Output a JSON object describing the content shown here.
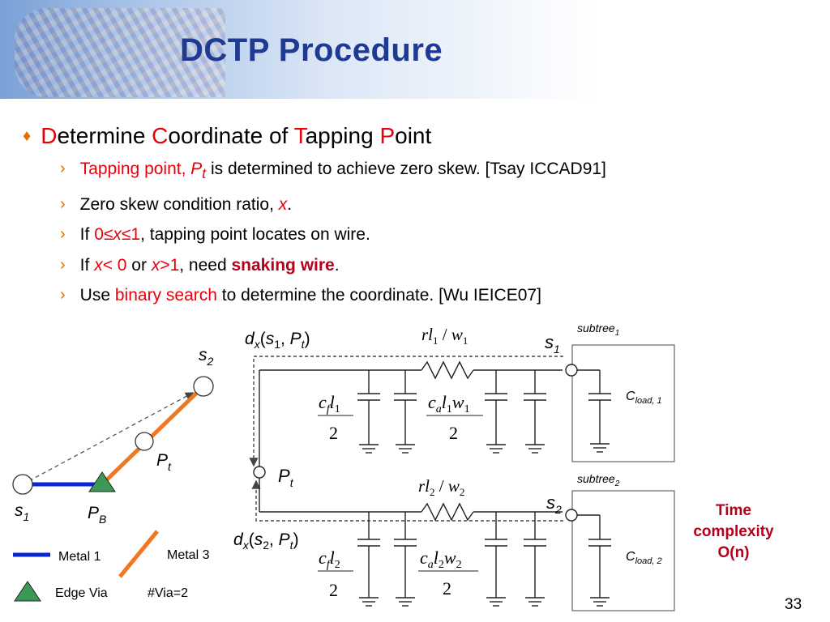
{
  "title": "DCTP Procedure",
  "bullet": {
    "parts": [
      {
        "text": "D",
        "color": "#e8000b"
      },
      {
        "text": "etermine ",
        "color": "#000000"
      },
      {
        "text": "C",
        "color": "#e8000b"
      },
      {
        "text": "oordinate of ",
        "color": "#000000"
      },
      {
        "text": "T",
        "color": "#e8000b"
      },
      {
        "text": "apping ",
        "color": "#000000"
      },
      {
        "text": "P",
        "color": "#e8000b"
      },
      {
        "text": "oint",
        "color": "#000000"
      }
    ],
    "sub": {
      "s1": {
        "a": "Tapping point, ",
        "b": "P",
        "c": "t",
        "d": " is determined to achieve zero skew. [Tsay ICCAD91]"
      },
      "s2": {
        "a": "Zero skew condition ratio, ",
        "b": "x",
        "c": "."
      },
      "s3": {
        "a": "If ",
        "b": "0≤",
        "c": "x",
        "d": "≤1",
        "e": ", tapping point locates on wire."
      },
      "s4": {
        "a": "If ",
        "b": "x",
        "c": "< 0",
        "d": " or ",
        "e": "x",
        "f": ">1",
        "g": ", need ",
        "h": "snaking wire",
        "i": "."
      },
      "s5": {
        "a": "Use ",
        "b": "binary search",
        "c": " to determine the coordinate. [Wu IEICE07]"
      }
    }
  },
  "left_diagram": {
    "s1": {
      "base": "s",
      "sub": "1"
    },
    "s2": {
      "base": "s",
      "sub": "2"
    },
    "pt": {
      "base": "P",
      "sub": "t"
    },
    "pb": {
      "base": "P",
      "sub": "B"
    }
  },
  "legend": {
    "metal1": "Metal 1",
    "metal3": "Metal 3",
    "edge_via": "Edge Via",
    "via_count": "#Via=2"
  },
  "circuit": {
    "dx1": {
      "d": "d",
      "x": "x",
      "open": "(",
      "s": "s",
      "s_sub": "1",
      "comma": ", ",
      "p": "P",
      "p_sub": "t",
      "close": ")"
    },
    "dx2": {
      "d": "d",
      "x": "x",
      "open": "(",
      "s": "s",
      "s_sub": "2",
      "comma": ", ",
      "p": "P",
      "p_sub": "t",
      "close": ")"
    },
    "r1": {
      "rl": "rl",
      "sub": "1",
      "slash": " / ",
      "w": "w",
      "wsub": "1"
    },
    "r2": {
      "rl": "rl",
      "sub": "2",
      "slash": " / ",
      "w": "w",
      "wsub": "2"
    },
    "cf1": {
      "c": "c",
      "f": "f",
      "l": "l",
      "sub": "1",
      "den": "2"
    },
    "cf2": {
      "c": "c",
      "f": "f",
      "l": "l",
      "sub": "2",
      "den": "2"
    },
    "ca1": {
      "c": "c",
      "a": "a",
      "l": "l",
      "lsub": "1",
      "w": "w",
      "wsub": "1",
      "den": "2"
    },
    "ca2": {
      "c": "c",
      "a": "a",
      "l": "l",
      "lsub": "2",
      "w": "w",
      "wsub": "2",
      "den": "2"
    },
    "s1": {
      "base": "s",
      "sub": "1"
    },
    "s2": {
      "base": "s",
      "sub": "2"
    },
    "pt": {
      "base": "P",
      "sub": "t"
    },
    "subtree1": {
      "base": "subtree",
      "sub": "1"
    },
    "subtree2": {
      "base": "subtree",
      "sub": "2"
    },
    "cload1": {
      "base": "C",
      "sub": "load, 1"
    },
    "cload2": {
      "base": "C",
      "sub": "load, 2"
    }
  },
  "time_complexity": {
    "l1": "Time",
    "l2": "complexity",
    "l3": "O(n)"
  },
  "page_number": "33",
  "colors": {
    "title": "#1f3a93",
    "accent": "#e8000b",
    "metal1": "#0a24d8",
    "metal3": "#f07820",
    "via": "#3a9a55",
    "emphasis": "#b3001b"
  }
}
